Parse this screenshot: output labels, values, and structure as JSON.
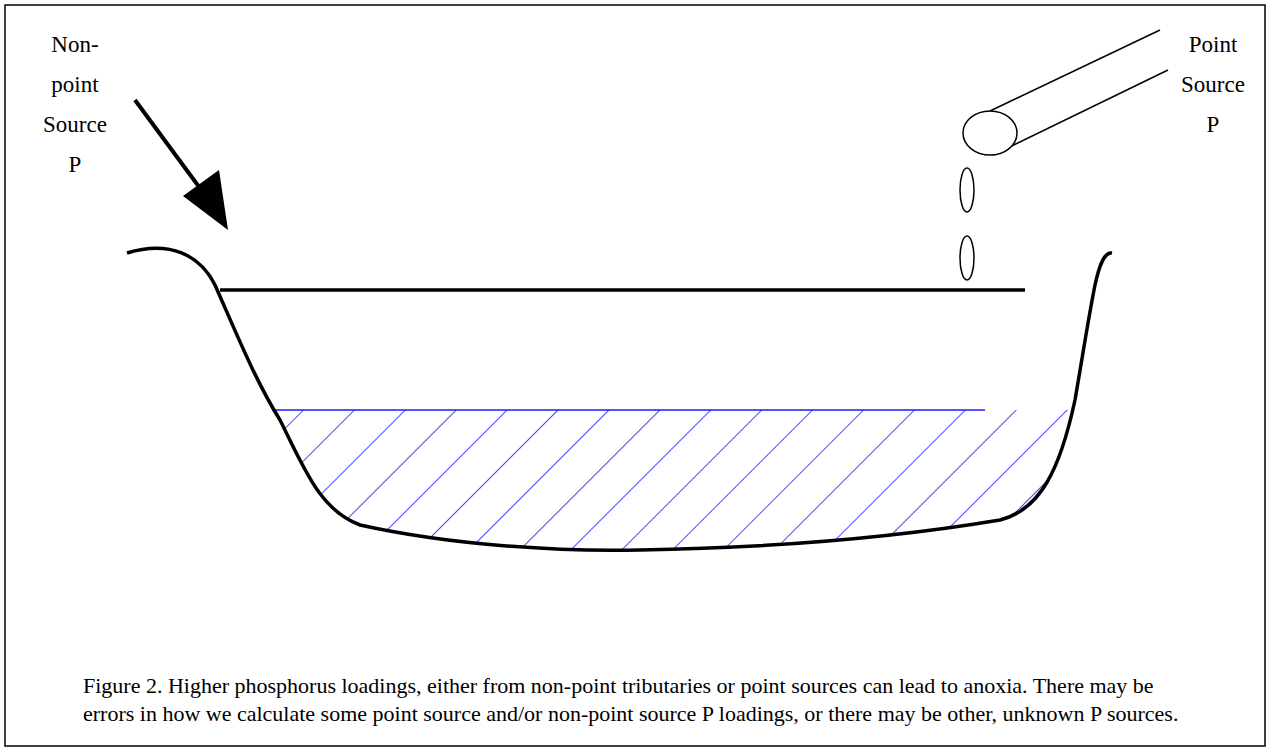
{
  "diagram": {
    "caption": "Figure 2.  Higher phosphorus loadings, either from non-point tributaries or point sources can lead to anoxia.  There may be errors in how we calculate some point source and/or non-point source P loadings, or there may be other, unknown P sources.",
    "labels": [
      "Non-point Source P",
      "Point Source P"
    ]
  }
}
